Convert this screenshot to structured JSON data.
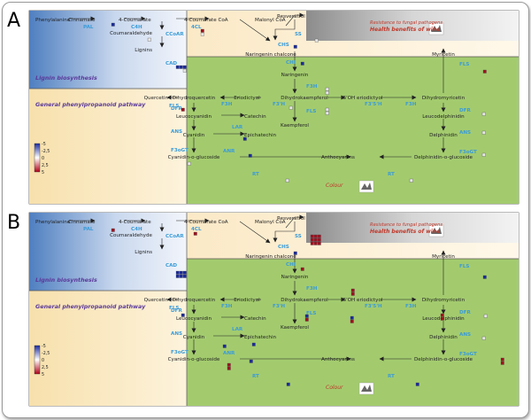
{
  "panels": [
    {
      "letter": "A",
      "regions": {
        "lignin": "Lignin biosynthesis",
        "general": "General phenylpropanoid pathway",
        "resistance": "Resistance to fungal pathogens",
        "health": "Health benefits of wine",
        "colour": "Colour"
      },
      "metabolites": {
        "phenylalanine": "Phenylalanine",
        "cinnamate": "Cinnamate",
        "coumarate": "4-Coumarate",
        "coumarate_coa": "4-Coumarate CoA",
        "malonyl_coa": "Malonyl CoA",
        "resveratrol": "Resveratrol",
        "coumaraldehyde": "Coumaraldehyde",
        "lignins": "Lignins",
        "naringenin_chalcone": "Naringenin chalcone",
        "myricetin": "Myricetin",
        "naringenin": "Naringenin",
        "quercetin": "Quercetin",
        "dihydroquercetin": "Dihydroquercetin",
        "eriodictyol": "Eriodictyol",
        "dihydrokaempferol": "Dihydrokaempferol",
        "oh_eriodictyol": "5'OH eriodictyol",
        "dihydromyricetin": "Dihydromyricetin",
        "leucocyanidin": "Leucocyanidin",
        "catechin": "Catechin",
        "kaempferol": "Kaempferol",
        "leucodelphinidin": "Leucodelphinidin",
        "cyanidin": "Cyanidin",
        "epicatechin": "Epichatechin",
        "delphinidin": "Delphinidin",
        "cyanidin_glucoside": "Cyanidin-o-glucoside",
        "anthocyanins": "Anthocyanins",
        "delphinidin_glucoside": "Delphinidin-o-glucoside"
      },
      "enzymes": {
        "pal": "PAL",
        "c4h": "C4H",
        "ccoar": "CCoAR",
        "cl4": "4CL",
        "ss": "SS",
        "chs": "CHS",
        "chi": "CHI",
        "cad": "CAD",
        "fls_left": "FLS",
        "fls_right": "FLS",
        "f3h_left": "F3H",
        "f3h_mid": "F3H",
        "f3h_right": "F3H",
        "f3ph": "F3'H",
        "f35h": "F3'5'H",
        "fls_mid": "FLS",
        "dfr_left": "DFR",
        "dfr_right": "DFR",
        "lar": "LAR",
        "ans_left": "ANS",
        "ans_right": "ANS",
        "anr": "ANR",
        "f3ogt_left": "F3oGT",
        "f3ogt_right": "F3oGT",
        "rt_left": "RT",
        "rt_right": "RT"
      },
      "legend": {
        "ticks": [
          "-5",
          "-2,5",
          "0",
          "2,5",
          "5"
        ]
      }
    },
    {
      "letter": "B",
      "regions": {
        "lignin": "Lignin biosynthesis",
        "general": "General phenylpropanoid pathway",
        "resistance": "Resistance to fungal pathogens",
        "health": "Health benefits of wine",
        "colour": "Colour"
      },
      "metabolites": {
        "phenylalanine": "Phenylalanine",
        "cinnamate": "Cinnamate",
        "coumarate": "4-Coumarate",
        "coumarate_coa": "4-Coumarate CoA",
        "malonyl_coa": "Malonyl CoA",
        "resveratrol": "Resveratrol",
        "coumaraldehyde": "Coumaraldehyde",
        "lignins": "Lignins",
        "naringenin_chalcone": "Naringenin chalcone",
        "myricetin": "Myricetin",
        "naringenin": "Naringenin",
        "quercetin": "Quercetin",
        "dihydroquercetin": "Dihydroquercetin",
        "eriodictyol": "Eriodictyol",
        "dihydrokaempferol": "Dihydrokaempferol",
        "oh_eriodictyol": "5'OH eriodictyol",
        "dihydromyricetin": "Dihydromyricetin",
        "leucocyanidin": "Leucocyanidin",
        "catechin": "Catechin",
        "kaempferol": "Kaempferol",
        "leucodelphinidin": "Leucodelphinidin",
        "cyanidin": "Cyanidin",
        "epicatechin": "Epichatechin",
        "delphinidin": "Delphinidin",
        "cyanidin_glucoside": "Cyanidin-o-glucoside",
        "anthocyanins": "Anthocyanins",
        "delphinidin_glucoside": "Delphinidin-o-glucoside"
      },
      "enzymes": {
        "pal": "PAL",
        "c4h": "C4H",
        "ccoar": "CCoAR",
        "cl4": "4CL",
        "ss": "SS",
        "chs": "CHS",
        "chi": "CHI",
        "cad": "CAD",
        "fls_left": "FLS",
        "fls_right": "FLS",
        "f3h_left": "F3H",
        "f3h_mid": "F3H",
        "f3h_right": "F3H",
        "f3ph": "F3'H",
        "f35h": "F3'5'H",
        "fls_mid": "FLS",
        "dfr_left": "DFR",
        "dfr_right": "DFR",
        "lar": "LAR",
        "ans_left": "ANS",
        "ans_right": "ANS",
        "anr": "ANR",
        "f3ogt_left": "F3oGT",
        "f3ogt_right": "F3oGT",
        "rt_left": "RT",
        "rt_right": "RT"
      },
      "legend": {
        "ticks": [
          "-5",
          "-2,5",
          "0",
          "2,5",
          "5"
        ]
      }
    }
  ],
  "colors": {
    "lignin_region": "#5b86c5",
    "general_region": "#fbecc8",
    "flavonoid_region": "#9fc86a",
    "stilbene_region": "#d9d9d9",
    "enzyme_text": "#3a9bd8",
    "down_regulated": "#1a2a9e",
    "up_regulated": "#a01020",
    "neutral": "#e6e6e6"
  }
}
